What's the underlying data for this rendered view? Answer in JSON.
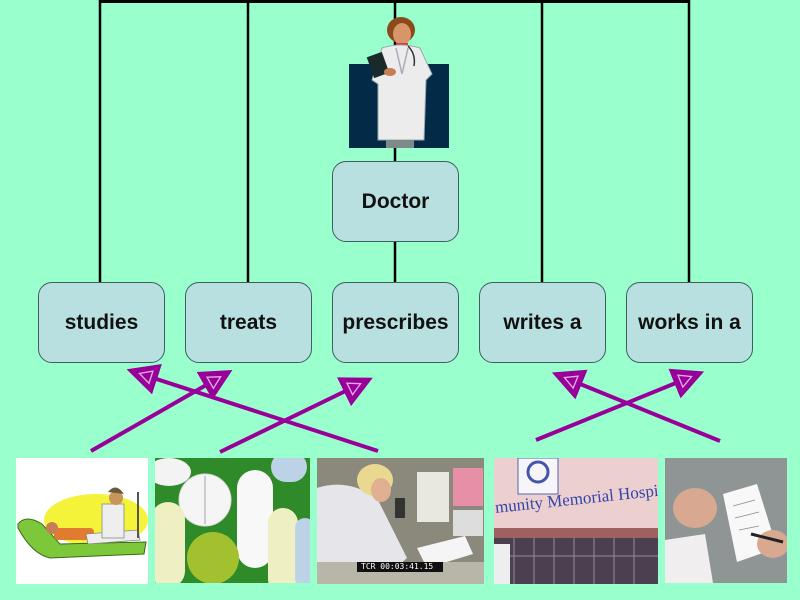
{
  "diagram": {
    "title_node": {
      "label": "Doctor",
      "image": "doctor-clipart"
    },
    "verbs": [
      {
        "label": "studies"
      },
      {
        "label": "treats"
      },
      {
        "label": "prescribes"
      },
      {
        "label": "writes a"
      },
      {
        "label": "works in a"
      }
    ],
    "pictures": [
      {
        "name": "patient-with-cast",
        "description": "doctor treating patient lying on green couch with leg in cast"
      },
      {
        "name": "pills",
        "description": "white, yellow and blue pills on green background"
      },
      {
        "name": "doctor-studying",
        "description": "doctor writing/studying at desk",
        "overlay_text": "TCR 00:03:41.15"
      },
      {
        "name": "hospital",
        "description": "hospital building facade",
        "sign_text": "munity Memorial Hospital"
      },
      {
        "name": "prescription",
        "description": "hand writing a prescription"
      }
    ],
    "arrows": [
      {
        "from_picture": "patient-with-cast",
        "to_verb": "treats"
      },
      {
        "from_picture": "doctor-studying",
        "to_verb": "studies"
      },
      {
        "from_picture": "pills",
        "to_verb": "prescribes"
      },
      {
        "from_picture": "hospital",
        "to_verb": "works in a"
      },
      {
        "from_picture": "prescription",
        "to_verb": "writes a"
      }
    ],
    "colors": {
      "background": "#99FFCC",
      "node_fill": "#B9E0E1",
      "arrow": "#990099",
      "connector": "#000000"
    }
  }
}
